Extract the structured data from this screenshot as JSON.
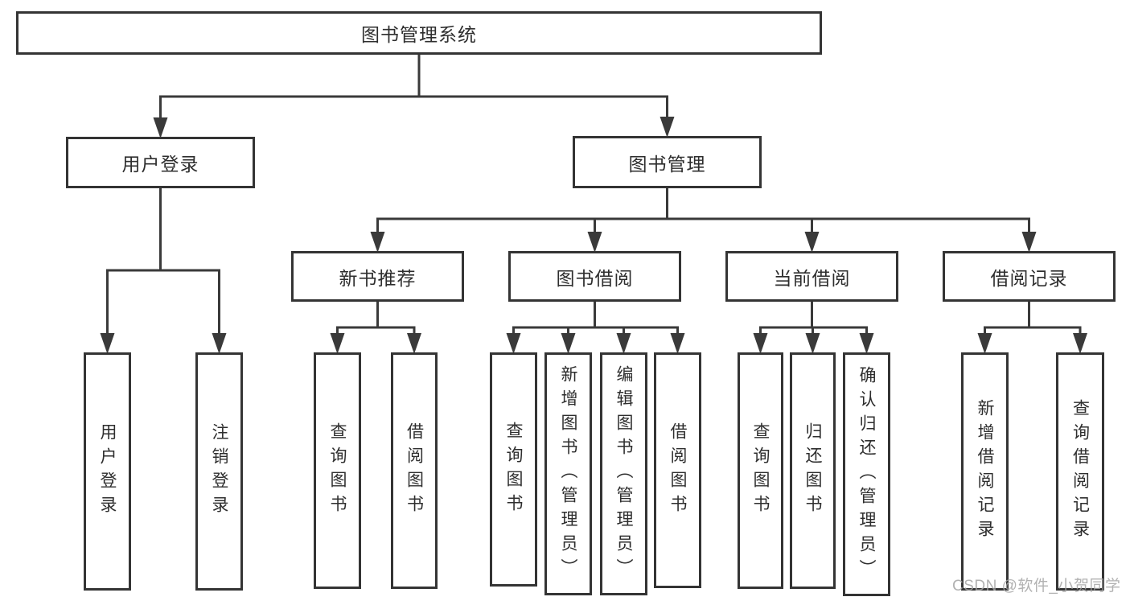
{
  "diagram": {
    "title": "图书管理系统",
    "watermark": "CSDN @软件_小贺同学",
    "colors": {
      "background": "#ffffff",
      "box_border": "#343434",
      "line": "#3a3a3a",
      "text": "#2e2e2e",
      "watermark": "#a5a5a5"
    },
    "nodes": [
      {
        "id": "root",
        "label": "图书管理系统",
        "parent": null
      },
      {
        "id": "user-login",
        "label": "用户登录",
        "parent": "root"
      },
      {
        "id": "book-mgmt",
        "label": "图书管理",
        "parent": "root"
      },
      {
        "id": "login",
        "label": "用户登录",
        "parent": "user-login"
      },
      {
        "id": "logout",
        "label": "注销登录",
        "parent": "user-login"
      },
      {
        "id": "new-book-rec",
        "label": "新书推荐",
        "parent": "book-mgmt"
      },
      {
        "id": "book-borrow",
        "label": "图书借阅",
        "parent": "book-mgmt"
      },
      {
        "id": "current-borrow",
        "label": "当前借阅",
        "parent": "book-mgmt"
      },
      {
        "id": "borrow-records",
        "label": "借阅记录",
        "parent": "book-mgmt"
      },
      {
        "id": "rec-query",
        "label": "查询图书",
        "parent": "new-book-rec"
      },
      {
        "id": "rec-borrow",
        "label": "借阅图书",
        "parent": "new-book-rec"
      },
      {
        "id": "bb-query",
        "label": "查询图书",
        "parent": "book-borrow"
      },
      {
        "id": "bb-add",
        "label": "新增图书（管理员）",
        "parent": "book-borrow"
      },
      {
        "id": "bb-edit",
        "label": "编辑图书（管理员）",
        "parent": "book-borrow"
      },
      {
        "id": "bb-borrow",
        "label": "借阅图书",
        "parent": "book-borrow"
      },
      {
        "id": "cb-query",
        "label": "查询图书",
        "parent": "current-borrow"
      },
      {
        "id": "cb-return",
        "label": "归还图书",
        "parent": "current-borrow"
      },
      {
        "id": "cb-confirm",
        "label": "确认归还（管理员）",
        "parent": "current-borrow"
      },
      {
        "id": "br-add",
        "label": "新增借阅记录",
        "parent": "borrow-records"
      },
      {
        "id": "br-query",
        "label": "查询借阅记录",
        "parent": "borrow-records"
      }
    ]
  }
}
